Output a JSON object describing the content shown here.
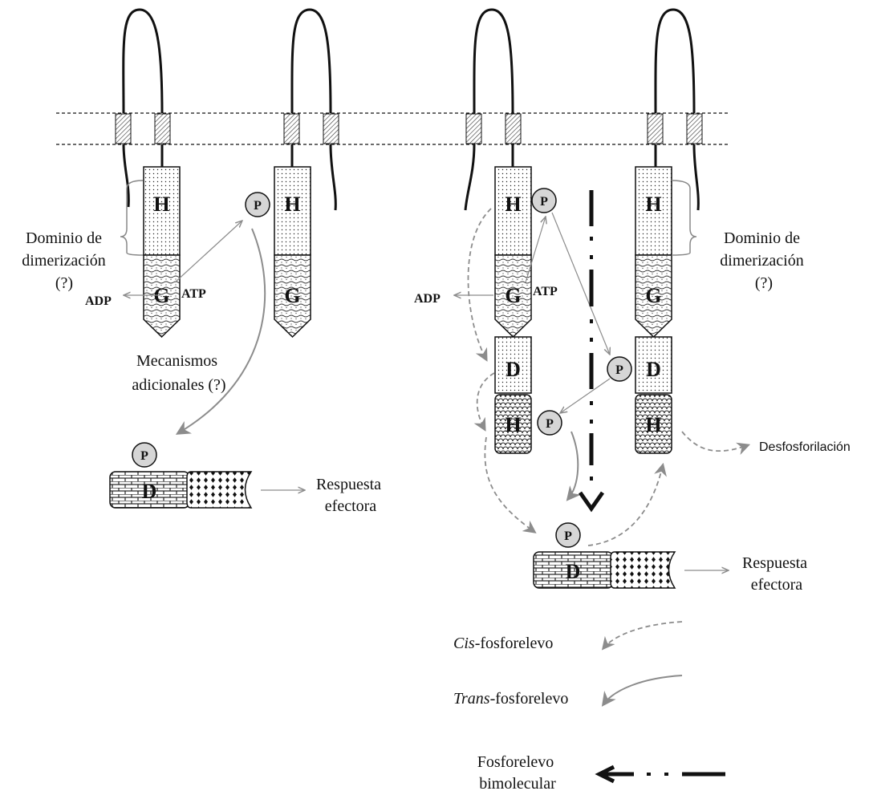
{
  "domains": {
    "H": "H",
    "G": "G",
    "D": "D",
    "P": "P"
  },
  "labels": {
    "ADP": "ADP",
    "ATP": "ATP",
    "dimerization_line1": "Dominio de",
    "dimerization_line2": "dimerización",
    "dimerization_line3": "(?)",
    "mechanisms_line1": "Mecanismos",
    "mechanisms_line2": "adicionales (?)",
    "response_line1": "Respuesta",
    "response_line2": "efectora",
    "dephosphorylation": "Desfosforilación"
  },
  "legend": {
    "cis_prefix": "Cis",
    "cis_suffix": "-fosforelevo",
    "trans_prefix": "Trans",
    "trans_suffix": "-fosforelevo",
    "bimolecular_line1": "Fosforelevo",
    "bimolecular_line2": "bimolecular"
  },
  "colors": {
    "stroke": "#111111",
    "gray_arrow": "#8c8c8c",
    "phospho_fill": "#d6d6d6"
  }
}
